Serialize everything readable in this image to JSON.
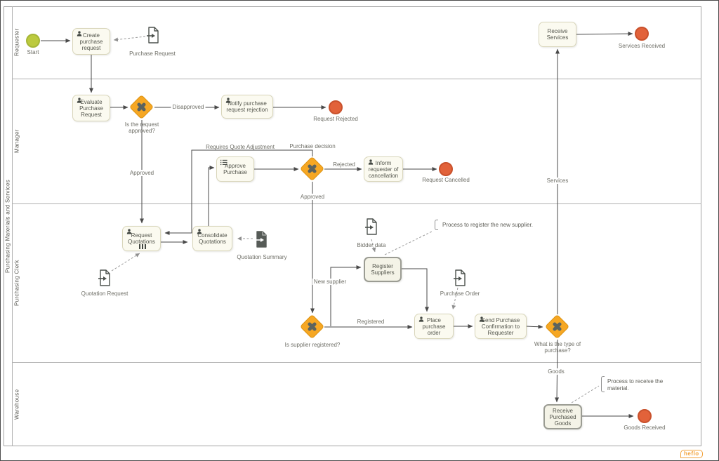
{
  "pool": {
    "label": "Purchasing Materials and Services"
  },
  "lanes": [
    {
      "label": "Requester"
    },
    {
      "label": "Manager"
    },
    {
      "label": "Purchasing Clerk"
    },
    {
      "label": "Warehouse"
    }
  ],
  "events": {
    "start": {
      "label": "Start"
    },
    "services_received": {
      "label": "Services Received"
    },
    "request_rejected": {
      "label": "Request Rejected"
    },
    "request_cancelled": {
      "label": "Request Cancelled"
    },
    "goods_received": {
      "label": "Goods Received"
    }
  },
  "tasks": {
    "create_purchase_request": {
      "label": "Create purchase request"
    },
    "receive_services": {
      "label": "Receive Services"
    },
    "evaluate_purchase_request": {
      "label": "Evaluate Purchase Request"
    },
    "notify_rejection": {
      "label": "Notify purchase request rejection"
    },
    "approve_purchase": {
      "label": "Approve Purchase"
    },
    "inform_cancellation": {
      "label": "Inform requester of cancellation"
    },
    "request_quotations": {
      "label": "Request Quotations"
    },
    "consolidate_quotations": {
      "label": "Consolidate Quotations"
    },
    "register_suppliers": {
      "label": "Register Suppliers"
    },
    "place_purchase_order": {
      "label": "Place purchase order"
    },
    "send_purchase_confirmation": {
      "label": "Send Purchase Confirmation to Requester"
    },
    "receive_purchased_goods": {
      "label": "Receive Purchased Goods"
    }
  },
  "gateways": {
    "is_request_approved": {
      "label": "Is the request approved?"
    },
    "purchase_decision": {
      "label": "Purchase decision"
    },
    "is_supplier_registered": {
      "label": "Is supplier registered?"
    },
    "type_of_purchase": {
      "label": "What is the type of purchase?"
    }
  },
  "documents": {
    "purchase_request": {
      "label": "Purchase Request"
    },
    "quotation_request": {
      "label": "Quotation Request"
    },
    "quotation_summary": {
      "label": "Quotation Summary"
    },
    "bidder_data": {
      "label": "Bidder data"
    },
    "purchase_order": {
      "label": "Purchase Order"
    }
  },
  "annotations": {
    "register_supplier": {
      "text": "Process to register the new supplier."
    },
    "receive_material": {
      "text": "Process to receive the material."
    }
  },
  "edge_labels": {
    "disapproved": "Disapproved",
    "approved_request": "Approved",
    "requires_quote_adjustment": "Requires Quote Adjustment",
    "rejected": "Rejected",
    "approved_decision": "Approved",
    "registered": "Registered",
    "new_supplier": "New supplier",
    "services": "Services",
    "goods": "Goods"
  },
  "colors": {
    "task_fill": "#fbfaf0",
    "task_border": "#d9d6bb",
    "gateway_fill": "#f6a723",
    "start_event": "#bcca3e",
    "end_event": "#e2623a",
    "flow_line": "#4a4a4a",
    "association_line": "#999999"
  },
  "logo": {
    "text": "heflo"
  }
}
